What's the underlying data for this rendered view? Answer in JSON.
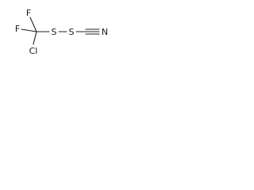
{
  "molecule": {
    "atoms": {
      "fluorine_top": "F",
      "fluorine_left": "F",
      "chlorine": "Cl",
      "sulfur_1": "S",
      "sulfur_2": "S",
      "nitrogen": "N"
    }
  }
}
